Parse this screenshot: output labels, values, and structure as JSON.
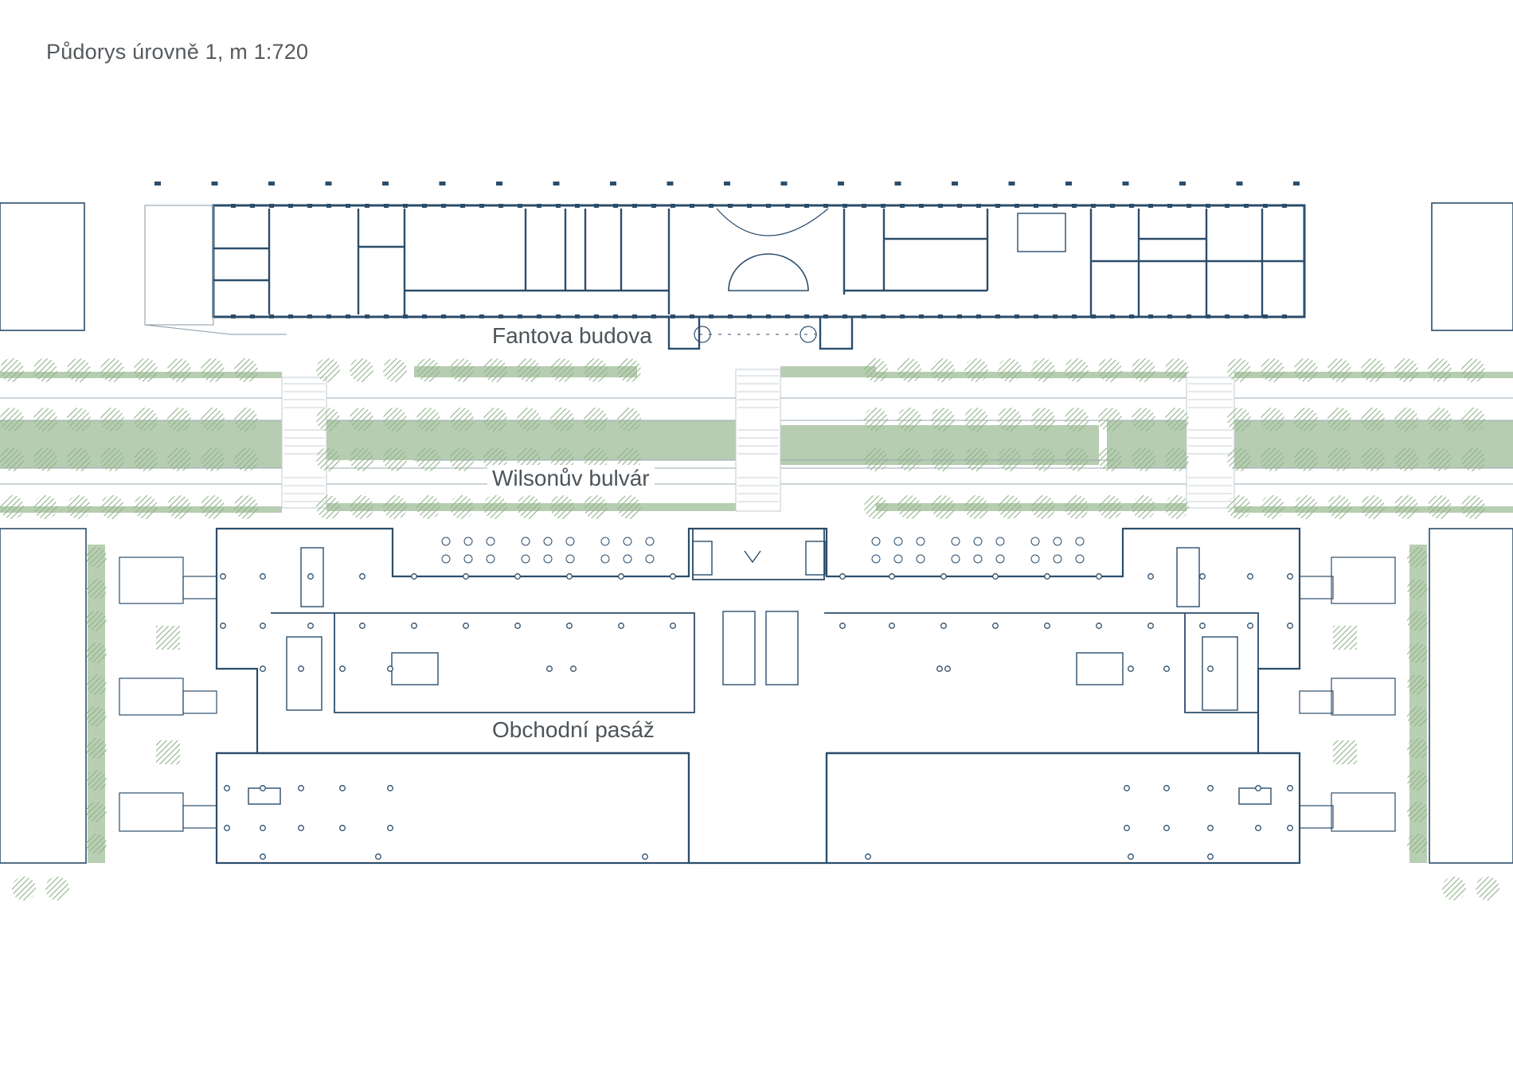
{
  "title": "Půdorys úrovně 1, m 1:720",
  "labels": {
    "fantova": "Fantova budova",
    "wilson": "Wilsonův bulvár",
    "pasaz": "Obchodní pasáž"
  },
  "colors": {
    "line": "#2b4d6b",
    "green": "#7fa77a",
    "green_fill": "#c7d9c2",
    "text": "#555a5e",
    "background": "#ffffff"
  }
}
